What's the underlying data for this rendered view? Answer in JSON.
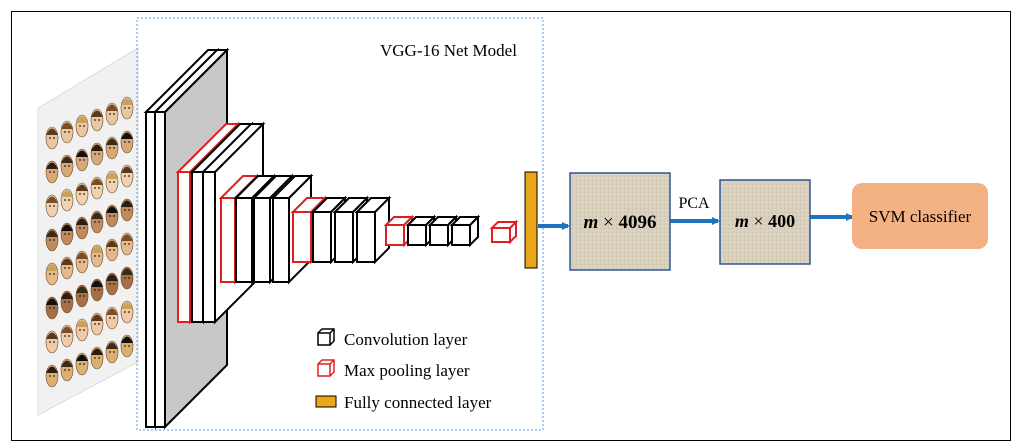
{
  "model_box": {
    "title": "VGG-16 Net Model"
  },
  "legend": {
    "items": [
      {
        "label": "Convolution layer",
        "kind": "conv"
      },
      {
        "label": "Max pooling layer",
        "kind": "pool"
      },
      {
        "label": "Fully connected layer",
        "kind": "fc"
      }
    ]
  },
  "feature_box_1": {
    "var": "m",
    "times": " × ",
    "num": "4096"
  },
  "feature_box_2": {
    "var": "m",
    "times": " × ",
    "num": "400"
  },
  "pca_label": "PCA",
  "classifier": {
    "label": "SVM classifier"
  },
  "colors": {
    "conv_edge": "#000000",
    "pool_edge": "#e02020",
    "fc_fill": "#e8a818",
    "arrow": "#1e73be",
    "classifier_fill": "#f4b183",
    "feature_fill": "#d8cfbd",
    "model_border": "#5b9bd5"
  },
  "icons": [
    "face-grid-image",
    "conv-layer-icon",
    "pool-layer-icon",
    "fc-layer-icon"
  ]
}
